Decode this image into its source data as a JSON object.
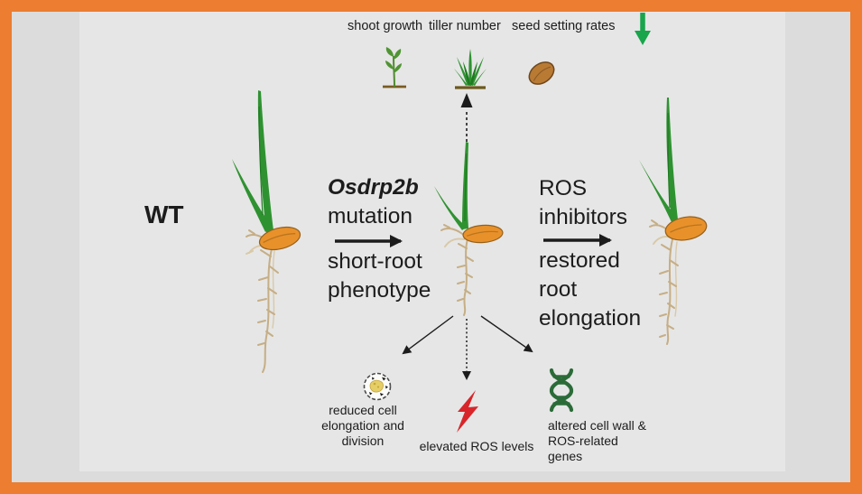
{
  "header_row": {
    "labels": [
      "shoot growth",
      "tiller number",
      "seed setting rates"
    ],
    "trend_icon": "green-down-arrow",
    "icons": [
      "seedling-icon",
      "grass-tuft-icon",
      "seed-icon"
    ]
  },
  "plants": {
    "wt_label": "WT",
    "wild_type": "tall seedling with long roots",
    "mutant": "seedling with short roots",
    "restored": "seedling with restored long roots"
  },
  "mutation_text": {
    "gene": "Osdrp2b",
    "line2": "mutation",
    "line3": "short-root",
    "line4": "phenotype"
  },
  "ros_text": {
    "line1": "ROS",
    "line2": "inhibitors",
    "line3": "restored",
    "line4": "root",
    "line5": "elongation"
  },
  "outcomes": {
    "cell_caption": [
      "reduced cell",
      "elongation and",
      "division"
    ],
    "ros_caption": "elevated ROS levels",
    "dna_caption": [
      "altered cell wall &",
      "ROS-related",
      "genes"
    ]
  },
  "colors": {
    "frame": "#ec7d31",
    "slide_bg": "#dcdcdc",
    "panel_bg": "#e6e6e6",
    "text": "#1c1c1c",
    "green_arrow": "#18a54b",
    "bolt_red": "#d8252a",
    "dna_green": "#2b6b38",
    "shoot_green": "#2f9231",
    "seed_orange": "#e8912b",
    "root_tan": "#c6ae85"
  }
}
